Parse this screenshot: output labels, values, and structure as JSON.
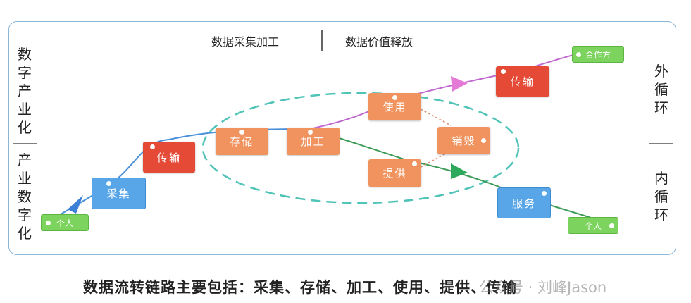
{
  "left_top_label": "数字产业化",
  "left_bottom_label": "产业数字化",
  "right_top_label": "外循环",
  "right_bottom_label": "内循环",
  "header_left": "数据采集加工",
  "header_right": "数据价值释放",
  "nodes": {
    "geren_start": "个人",
    "caiji": "采集",
    "chuanshu_1": "传输",
    "cunchu": "存储",
    "jiagong": "加工",
    "shiyong": "使用",
    "xiaohui": "销毁",
    "tigong": "提供",
    "chuanshu_2": "传输",
    "hezuofang": "合作方",
    "fuwu": "服务",
    "geren_end": "个人"
  },
  "footer": "数据流转链路主要包括：采集、存储、加工、使用、提供、传输",
  "watermark": "公众号 · 刘峰Jason",
  "colors": {
    "frame": "#8ab6d8",
    "orange": "#f0935e",
    "red": "#e44a36",
    "blue": "#58a6e8",
    "green": "#7cd35e",
    "ellipse": "#4fc3b8"
  }
}
